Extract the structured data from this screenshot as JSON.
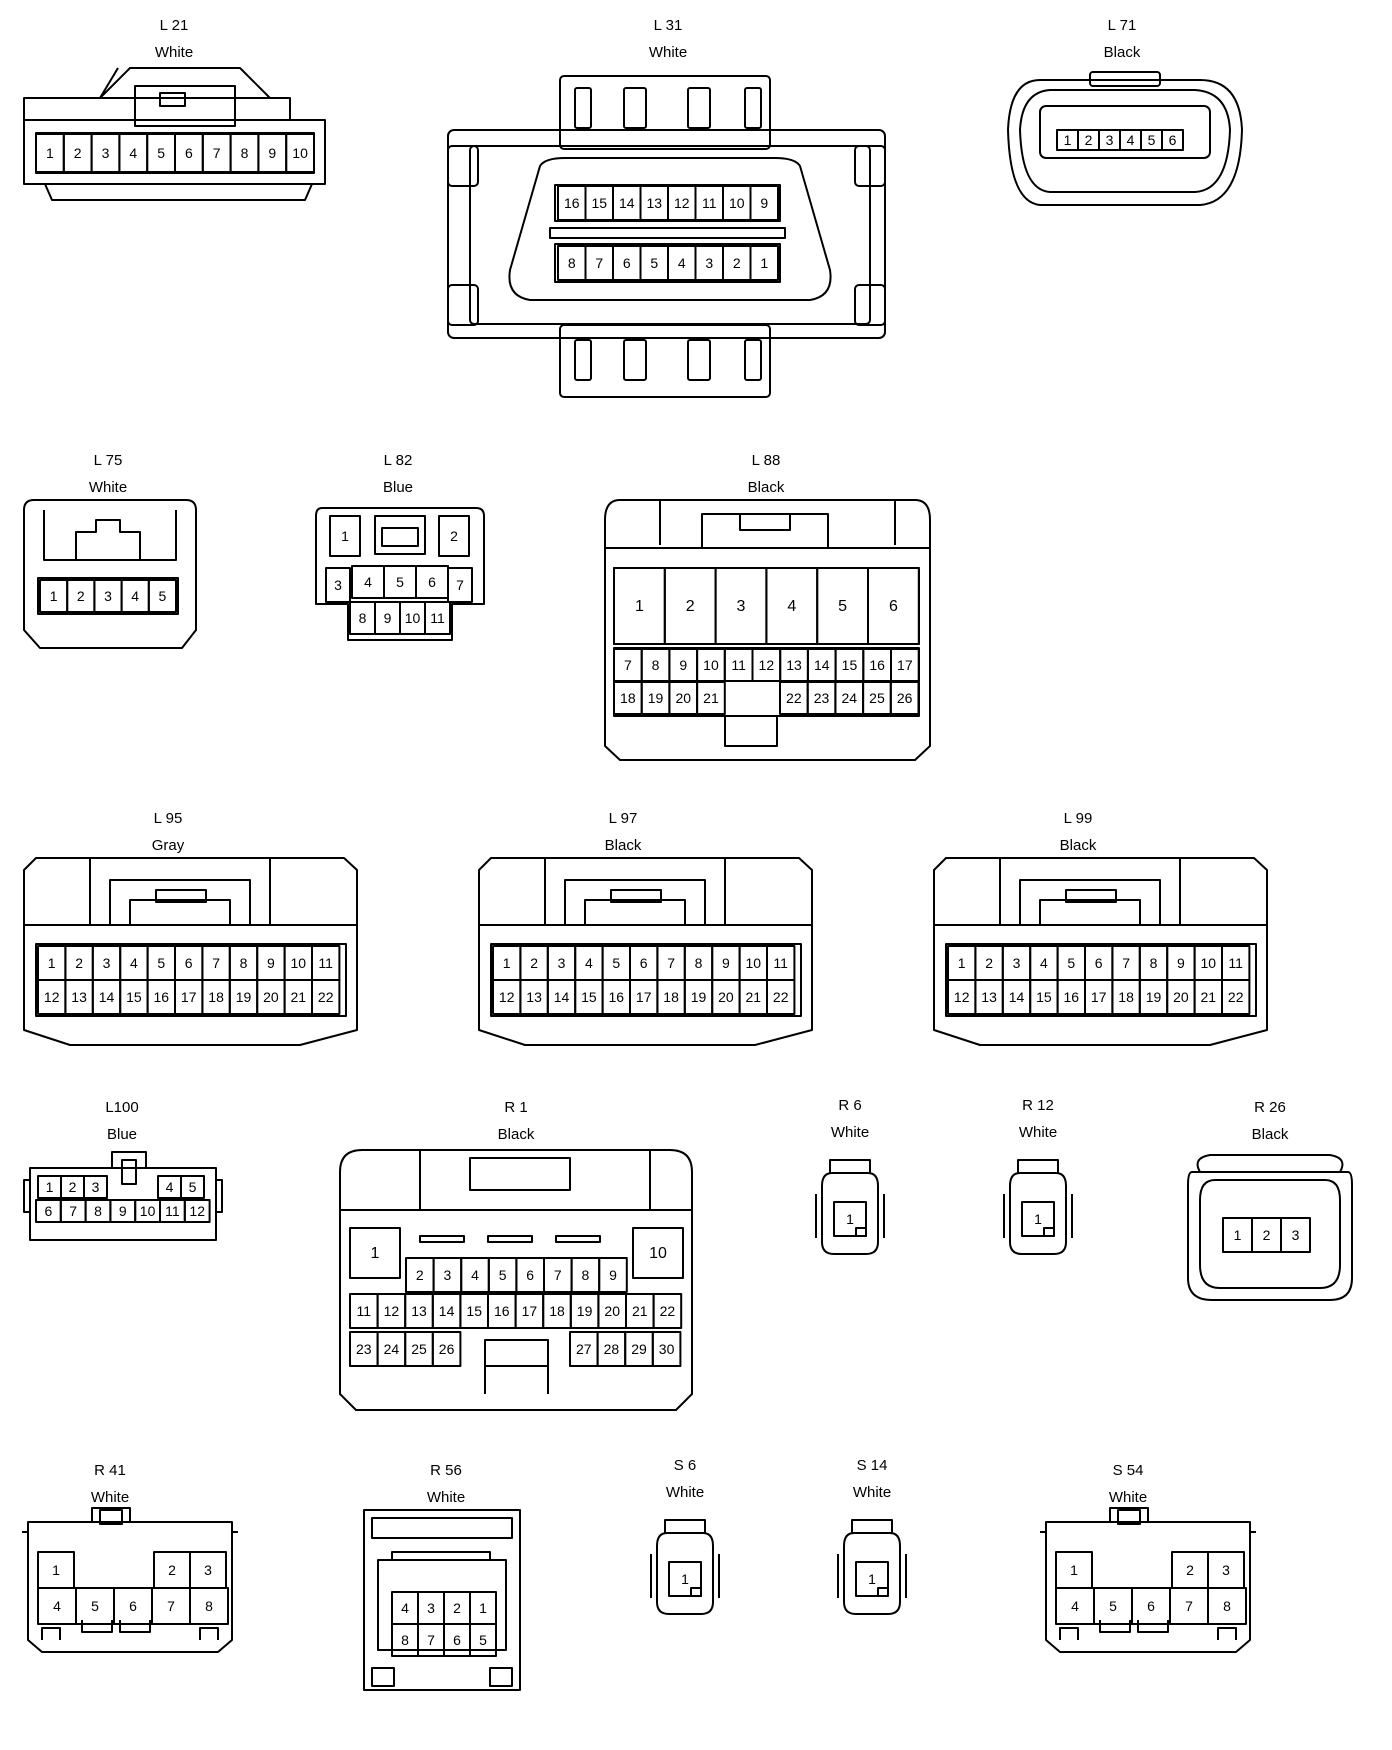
{
  "connectors": [
    {
      "id": "L 21",
      "color": "White",
      "pins": [
        "1",
        "2",
        "3",
        "4",
        "5",
        "6",
        "7",
        "8",
        "9",
        "10"
      ]
    },
    {
      "id": "L 31",
      "color": "White",
      "pins": [
        "16",
        "15",
        "14",
        "13",
        "12",
        "11",
        "10",
        "9",
        "8",
        "7",
        "6",
        "5",
        "4",
        "3",
        "2",
        "1"
      ]
    },
    {
      "id": "L 71",
      "color": "Black",
      "pins": [
        "1",
        "2",
        "3",
        "4",
        "5",
        "6"
      ]
    },
    {
      "id": "L 75",
      "color": "White",
      "pins": [
        "1",
        "2",
        "3",
        "4",
        "5"
      ]
    },
    {
      "id": "L 82",
      "color": "Blue",
      "pins": [
        "1",
        "2",
        "3",
        "4",
        "5",
        "6",
        "7",
        "8",
        "9",
        "10",
        "11"
      ]
    },
    {
      "id": "L 88",
      "color": "Black",
      "pins": [
        "1",
        "2",
        "3",
        "4",
        "5",
        "6",
        "7",
        "8",
        "9",
        "10",
        "11",
        "12",
        "13",
        "14",
        "15",
        "16",
        "17",
        "18",
        "19",
        "20",
        "21",
        "22",
        "23",
        "24",
        "25",
        "26"
      ]
    },
    {
      "id": "L 95",
      "color": "Gray",
      "pins": [
        "1",
        "2",
        "3",
        "4",
        "5",
        "6",
        "7",
        "8",
        "9",
        "10",
        "11",
        "12",
        "13",
        "14",
        "15",
        "16",
        "17",
        "18",
        "19",
        "20",
        "21",
        "22"
      ]
    },
    {
      "id": "L 97",
      "color": "Black",
      "pins": [
        "1",
        "2",
        "3",
        "4",
        "5",
        "6",
        "7",
        "8",
        "9",
        "10",
        "11",
        "12",
        "13",
        "14",
        "15",
        "16",
        "17",
        "18",
        "19",
        "20",
        "21",
        "22"
      ]
    },
    {
      "id": "L 99",
      "color": "Black",
      "pins": [
        "1",
        "2",
        "3",
        "4",
        "5",
        "6",
        "7",
        "8",
        "9",
        "10",
        "11",
        "12",
        "13",
        "14",
        "15",
        "16",
        "17",
        "18",
        "19",
        "20",
        "21",
        "22"
      ]
    },
    {
      "id": "L100",
      "color": "Blue",
      "pins": [
        "1",
        "2",
        "3",
        "4",
        "5",
        "6",
        "7",
        "8",
        "9",
        "10",
        "11",
        "12"
      ]
    },
    {
      "id": "R 1",
      "color": "Black",
      "pins": [
        "1",
        "2",
        "3",
        "4",
        "5",
        "6",
        "7",
        "8",
        "9",
        "10",
        "11",
        "12",
        "13",
        "14",
        "15",
        "16",
        "17",
        "18",
        "19",
        "20",
        "21",
        "22",
        "23",
        "24",
        "25",
        "26",
        "27",
        "28",
        "29",
        "30"
      ]
    },
    {
      "id": "R 6",
      "color": "White",
      "pins": [
        "1"
      ]
    },
    {
      "id": "R 12",
      "color": "White",
      "pins": [
        "1"
      ]
    },
    {
      "id": "R 26",
      "color": "Black",
      "pins": [
        "1",
        "2",
        "3"
      ]
    },
    {
      "id": "R 41",
      "color": "White",
      "pins": [
        "1",
        "2",
        "3",
        "4",
        "5",
        "6",
        "7",
        "8"
      ]
    },
    {
      "id": "R 56",
      "color": "White",
      "pins": [
        "4",
        "3",
        "2",
        "1",
        "8",
        "7",
        "6",
        "5"
      ]
    },
    {
      "id": "S 6",
      "color": "White",
      "pins": [
        "1"
      ]
    },
    {
      "id": "S 14",
      "color": "White",
      "pins": [
        "1"
      ]
    },
    {
      "id": "S 54",
      "color": "White",
      "pins": [
        "1",
        "2",
        "3",
        "4",
        "5",
        "6",
        "7",
        "8"
      ]
    }
  ]
}
